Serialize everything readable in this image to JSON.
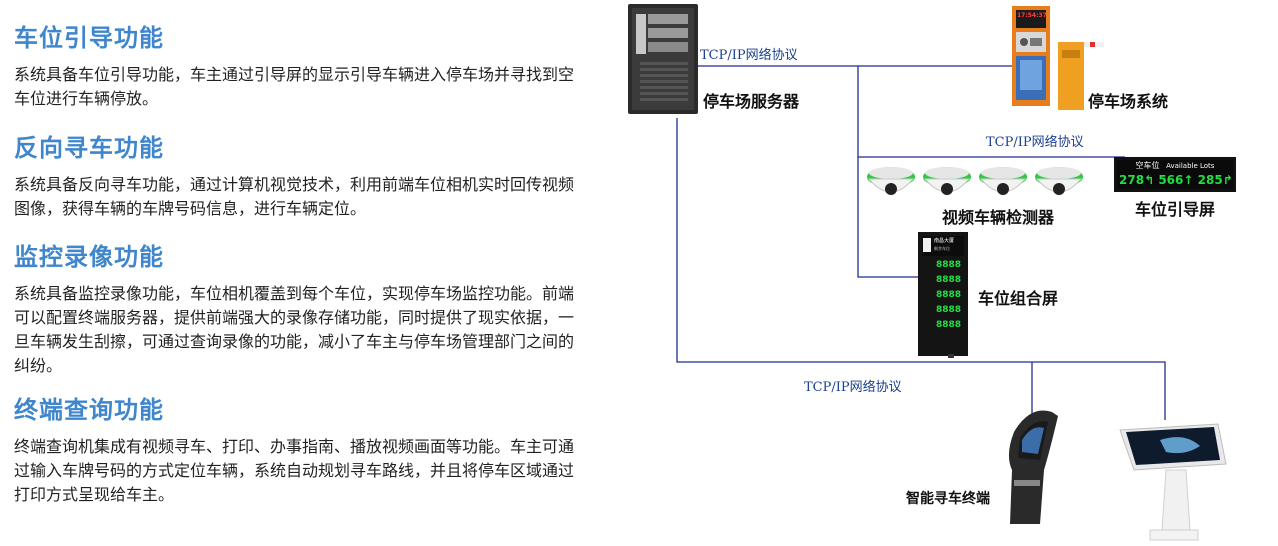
{
  "sections": [
    {
      "title": "车位引导功能",
      "body": "系统具备车位引导功能，车主通过引导屏的显示引导车辆进入停车场并寻找到空车位进行车辆停放。"
    },
    {
      "title": "反向寻车功能",
      "body": "系统具备反向寻车功能，通过计算机视觉技术，利用前端车位相机实时回传视频图像，获得车辆的车牌号码信息，进行车辆定位。"
    },
    {
      "title": "监控录像功能",
      "body": "系统具备监控录像功能，车位相机覆盖到每个车位，实现停车场监控功能。前端可以配置终端服务器，提供前端强大的录像存储功能，同时提供了现实依据，一旦车辆发生刮擦，可通过查询录像的功能，减小了车主与停车场管理部门之间的纠纷。"
    },
    {
      "title": "终端查询功能",
      "body": "终端查询机集成有视频寻车、打印、办事指南、播放视频画面等功能。车主可通过输入车牌号码的方式定位车辆，系统自动规划寻车路线，并且将停车区域通过打印方式呈现给车主。"
    }
  ],
  "diagram": {
    "protocol_top": "TCP/IP网络协议",
    "protocol_mid": "TCP/IP网络协议",
    "protocol_bottom": "TCP/IP网络协议",
    "server_label": "停车场服务器",
    "parking_system_label": "停车场系统",
    "detector_label": "视频车辆检测器",
    "guide_screen_label": "车位引导屏",
    "combo_screen_label": "车位组合屏",
    "terminal_label": "智能寻车终端",
    "barrier_display_time": "17:54:37",
    "guide_screen": {
      "title": "空车位",
      "subtitle": "Available Lots",
      "left_value": "278",
      "mid_value": "566",
      "right_value": "285"
    },
    "combo_screen": {
      "header": "南昌大厦",
      "subheader": "剩余车位",
      "rows": [
        "8888",
        "8888",
        "8888",
        "8888",
        "8888"
      ]
    },
    "colors": {
      "line": "#1f2f8f",
      "title_blue": "#3f86cc",
      "led_green": "#22dd44",
      "camera_green": "#2ecc40"
    }
  }
}
